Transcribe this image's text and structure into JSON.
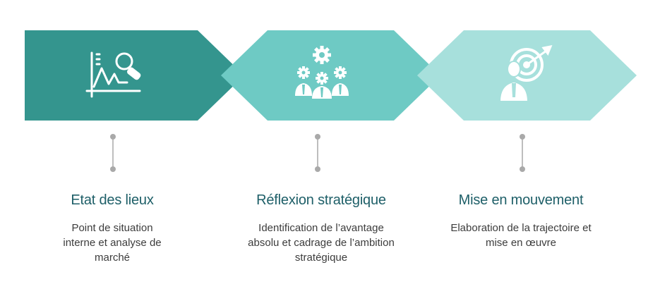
{
  "colors": {
    "step1": "#34958e",
    "step2": "#6ecac4",
    "step3": "#a7e0dc",
    "icon": "#ffffff",
    "connector": "#a9a9a9",
    "title": "#1e5f68",
    "text": "#3c3c3c"
  },
  "steps": [
    {
      "icon": "chart-magnifier-icon",
      "title": "Etat des lieux",
      "description_lines": [
        "Point de situation",
        "interne et analyse de",
        "marché"
      ]
    },
    {
      "icon": "team-gears-icon",
      "title": "Réflexion stratégique",
      "description_lines": [
        "Identification de l’avantage",
        "absolu et cadrage de l’ambition",
        "stratégique"
      ]
    },
    {
      "icon": "person-target-icon",
      "title": "Mise en mouvement",
      "description_lines": [
        "Elaboration de la trajectoire et",
        "mise en œuvre"
      ]
    }
  ]
}
